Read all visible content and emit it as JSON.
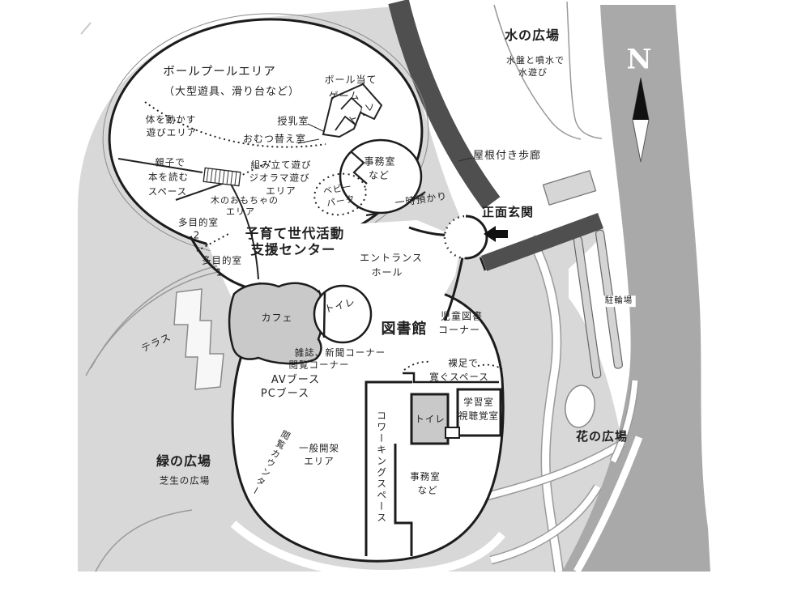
{
  "compass": {
    "north": "N"
  },
  "plazas": {
    "water": {
      "name": "水の広場",
      "desc1": "水盤と噴水で",
      "desc2": "水遊び"
    },
    "green": {
      "name": "緑の広場",
      "desc": "芝生の広場"
    },
    "flower": {
      "name": "花の広場"
    },
    "bicycle_parking": "駐輪場"
  },
  "access": {
    "main_entrance": "正面玄関",
    "covered_walkway": "屋根付き歩廊",
    "entrance_hall1": "エントランス",
    "entrance_hall2": "ホール"
  },
  "support_center": {
    "name1": "子育て世代活動",
    "name2": "支援センター",
    "ball_pool1": "ボールプールエリア",
    "ball_pool2": "（大型遊具、滑り台など）",
    "ball_game1": "ボール当て",
    "ball_game2": "ゲーム",
    "toilet": "トイレ",
    "nursing_room": "授乳室",
    "diaper_room": "おむつ替え室",
    "active_play1": "体を動かす",
    "active_play2": "遊びエリア",
    "parent_child1": "親子で",
    "parent_child2": "本を読む",
    "parent_child3": "スペース",
    "construction1": "組み立て遊び",
    "construction2": "ジオラマ遊び",
    "construction3": "エリア",
    "wooden_toys1": "木のおもちゃの",
    "wooden_toys2": "エリア",
    "multipurpose_room": "多目的室",
    "room2_no": "2",
    "room1_no": "1",
    "baby_park1": "ベビー",
    "baby_park2": "パーク",
    "office1": "事務室",
    "office2": "など",
    "temporary_care": "一時預かり"
  },
  "library": {
    "name": "図書館",
    "children_books1": "児童図書",
    "children_books2": "コーナー",
    "cafe": "カフェ",
    "toilet_north": "トイレ",
    "magazines": "雑誌、新聞コーナー",
    "reading_corner": "閲覧コーナー",
    "av_booth": "AVブース",
    "pc_booth": "PCブース",
    "terrace": "テラス",
    "barefoot1": "裸足で",
    "barefoot2": "寛ぐスペース",
    "study_room": "学習室",
    "av_room": "視聴覚室",
    "toilet_south": "トイレ",
    "coworking": "コワーキングスペース",
    "open_stacks1": "一般開架",
    "open_stacks2": "エリア",
    "browsing_counter": "閲覧カウンター",
    "office1": "事務室",
    "office2": "など"
  },
  "colors": {
    "plaza_gray": "#d8d8d8",
    "road_gray": "#a9a9a9",
    "walkway_dark": "#4f4f4f",
    "shaded_room": "#c9c9c9",
    "line": "#1c1c1c"
  }
}
